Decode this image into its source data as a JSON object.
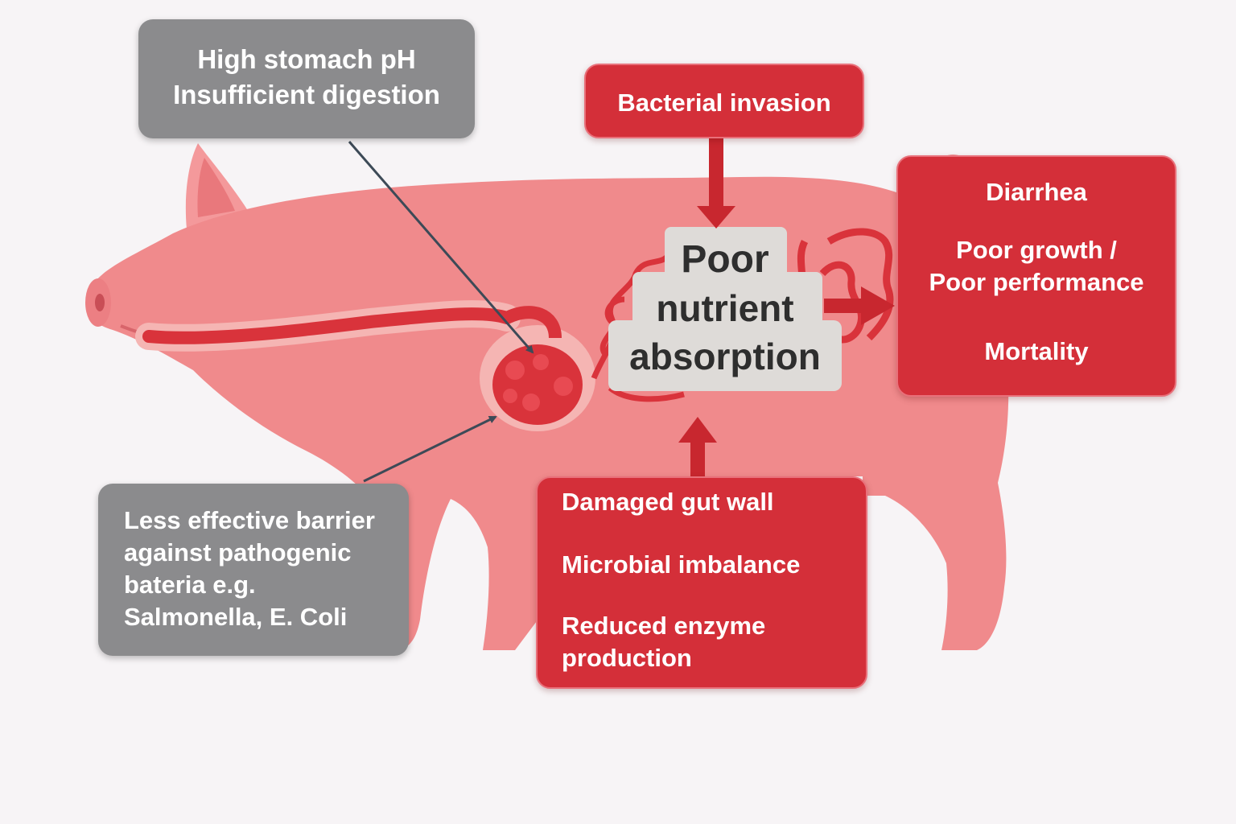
{
  "colors": {
    "background": "#f7f4f6",
    "pig_body": "#f08a8c",
    "gut": "#d9333b",
    "grey_box": "#8b8b8d",
    "red_box": "#d42f39",
    "arrow_red": "#c8272f",
    "arrow_dark": "#3d4a57",
    "center_panel": "#dedbd8"
  },
  "icons": [
    "pig-silhouette",
    "stomach",
    "intestine",
    "colon"
  ],
  "stomach_box": {
    "lines": [
      "High stomach pH",
      "Insufficient digestion"
    ]
  },
  "barrier_box": {
    "lines": [
      "Less effective barrier",
      "against pathogenic",
      "bateria e.g.",
      "Salmonella, E.  Coli"
    ]
  },
  "bacterial_box": {
    "label": "Bacterial invasion"
  },
  "center": {
    "lines": [
      "Poor",
      "nutrient",
      "absorption"
    ]
  },
  "outcomes_box": {
    "lines": [
      "Diarrhea",
      "Poor growth /",
      "Poor performance",
      "Mortality"
    ]
  },
  "gut_box": {
    "lines": [
      "Damaged gut wall",
      "Microbial imbalance",
      "Reduced enzyme",
      "production"
    ]
  }
}
